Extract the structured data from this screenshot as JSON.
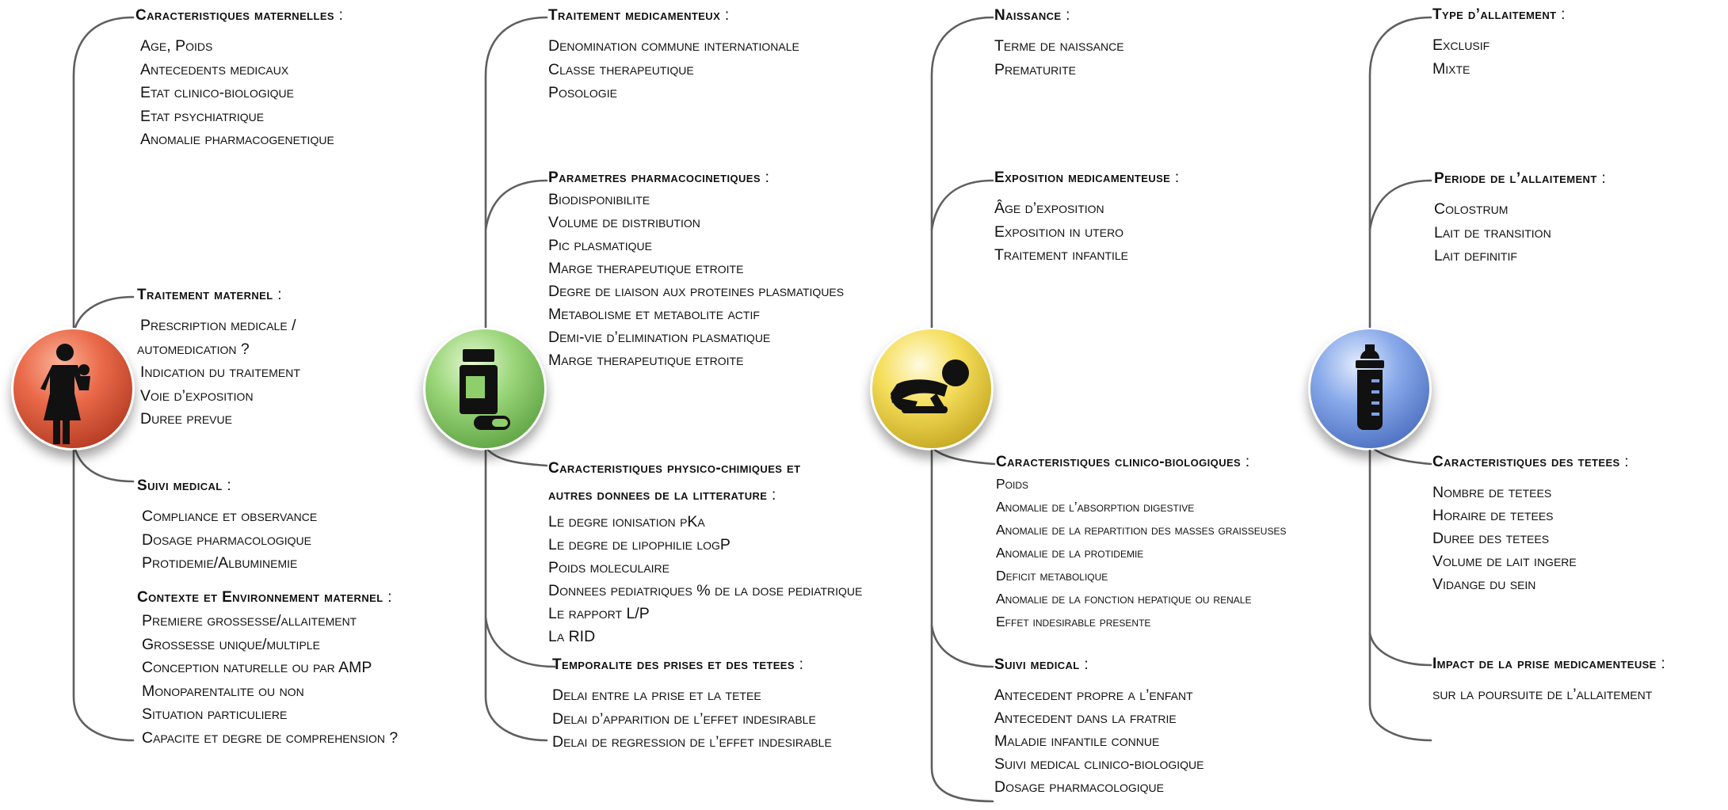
{
  "colors": {
    "connector": "#5f5f5f",
    "node_mother": "#e25a3c",
    "node_drug": "#8fcf6b",
    "node_infant": "#f6df55",
    "node_bottle": "#7fa3e6"
  },
  "nodes": [
    {
      "name": "mother-with-baby-icon"
    },
    {
      "name": "medication-bottle-icon"
    },
    {
      "name": "crawling-baby-icon"
    },
    {
      "name": "baby-bottle-icon"
    }
  ],
  "groups": {
    "g_carac_mat": {
      "title": "Caracteristiques maternelles",
      "suffix": " :",
      "items": [
        "Age, Poids",
        "Antecedents medicaux",
        "Etat clinico-biologique",
        "Etat psychiatrique",
        "Anomalie pharmacogenetique"
      ]
    },
    "g_trait_mat": {
      "title": "Traitement maternel",
      "suffix": " :",
      "items": [
        " Prescription medicale /",
        "automedication ?",
        " Indication du traitement",
        " Voie d’exposition",
        " Duree prevue"
      ]
    },
    "g_suivi_mat": {
      "title": "Suivi medical",
      "suffix": " :",
      "items": [
        "Compliance et observance",
        "Dosage pharmacologique",
        "Protidemie/Albuminemie"
      ]
    },
    "g_contexte": {
      "title": "Contexte et Environnement maternel",
      "suffix": " :",
      "items": [
        "Premiere grossesse/allaitement",
        "Grossesse unique/multiple",
        "Conception naturelle ou par AMP",
        "Monoparentalite ou non",
        "Situation particuliere",
        "Capacite et degre de comprehension ?"
      ]
    },
    "g_trait_med": {
      "title": "Traitement medicamenteux",
      "suffix": " :",
      "items": [
        "Denomination commune internationale",
        "Classe therapeutique",
        "Posologie"
      ]
    },
    "g_pk": {
      "title": "Parametres pharmacocinetiques",
      "suffix": " :",
      "items": [
        "Biodisponibilite",
        "Volume de distribution",
        "Pic plasmatique",
        "Marge therapeutique etroite",
        "Degre de liaison aux proteines plasmatiques",
        "Metabolisme et metabolite actif",
        "Demi-vie d’elimination plasmatique",
        "Marge therapeutique etroite"
      ]
    },
    "g_physchim": {
      "title": "Caracteristiques physico-chimiques et",
      "title2": "autres donnees de la litterature",
      "suffix": " :",
      "items": [
        "Le degre ionisation pKa",
        "Le degre de lipophilie logP",
        "Poids moleculaire",
        "Donnees pediatriques % de la dose pediatrique",
        "Le rapport L/P",
        "La RID"
      ]
    },
    "g_temporalite": {
      "title": "Temporalite des prises et des tetees",
      "suffix": " :",
      "items": [
        "Delai entre la prise et la tetee",
        "Delai d’apparition de l’effet indesirable",
        "Delai de regression de l’effet indesirable"
      ]
    },
    "g_naissance": {
      "title": "Naissance",
      "suffix": " :",
      "items": [
        "Terme de naissance",
        "Prematurite"
      ]
    },
    "g_expo": {
      "title": "Exposition medicamenteuse",
      "suffix": " :",
      "items": [
        "Âge d’exposition",
        "Exposition in utero",
        "Traitement infantile"
      ]
    },
    "g_clinbio": {
      "title": "Caracteristiques clinico-biologiques",
      "suffix": " :",
      "items": [
        "Poids",
        "Anomalie de l’absorption digestive",
        "Anomalie de la repartition des masses graisseuses",
        "Anomalie de la protidemie",
        "Deficit metabolique",
        "Anomalie de la fonction hepatique ou renale",
        "Effet indesirable presente"
      ]
    },
    "g_suivi_inf": {
      "title": "Suivi medical",
      "suffix": " :",
      "items": [
        "Antecedent propre a l’enfant",
        "Antecedent dans la fratrie",
        "Maladie infantile connue",
        "Suivi medical clinico-biologique",
        "Dosage pharmacologique"
      ]
    },
    "g_type_allait": {
      "title": "Type d’allaitement",
      "suffix": " :",
      "items": [
        "Exclusif",
        "Mixte"
      ]
    },
    "g_periode": {
      "title": "Periode de l’allaitement",
      "suffix": " :",
      "items": [
        "Colostrum",
        "Lait de transition",
        "Lait definitif"
      ]
    },
    "g_carac_tetees": {
      "title": "Caracteristiques des tetees",
      "suffix": " :",
      "items": [
        "Nombre de tetees",
        "Horaire de tetees",
        "Duree des tetees",
        "Volume de lait ingere",
        "Vidange du sein"
      ]
    },
    "g_impact": {
      "title": "Impact de la prise medicamenteuse",
      "suffix": " :",
      "items": [
        "sur la poursuite de l’allaitement"
      ]
    }
  }
}
